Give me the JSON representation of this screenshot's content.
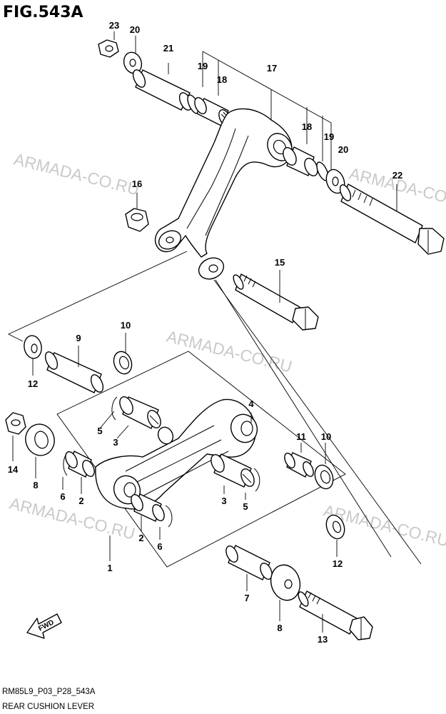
{
  "figure": {
    "id": "FIG.543A",
    "code": "RM85L9_P03_P28_543A",
    "name": "REAR CUSHION LEVER",
    "fwd_label": "FWD",
    "watermark": "ARMADA-CO.RU"
  },
  "callouts": [
    {
      "ref": "23"
    },
    {
      "ref": "20"
    },
    {
      "ref": "21"
    },
    {
      "ref": "19"
    },
    {
      "ref": "18"
    },
    {
      "ref": "17"
    },
    {
      "ref": "18"
    },
    {
      "ref": "19"
    },
    {
      "ref": "20"
    },
    {
      "ref": "22"
    },
    {
      "ref": "16"
    },
    {
      "ref": "15"
    },
    {
      "ref": "9"
    },
    {
      "ref": "10"
    },
    {
      "ref": "12"
    },
    {
      "ref": "4"
    },
    {
      "ref": "5"
    },
    {
      "ref": "3"
    },
    {
      "ref": "14"
    },
    {
      "ref": "8"
    },
    {
      "ref": "11"
    },
    {
      "ref": "10"
    },
    {
      "ref": "6"
    },
    {
      "ref": "2"
    },
    {
      "ref": "3"
    },
    {
      "ref": "5"
    },
    {
      "ref": "2"
    },
    {
      "ref": "6"
    },
    {
      "ref": "1"
    },
    {
      "ref": "12"
    },
    {
      "ref": "7"
    },
    {
      "ref": "8"
    },
    {
      "ref": "13"
    }
  ]
}
